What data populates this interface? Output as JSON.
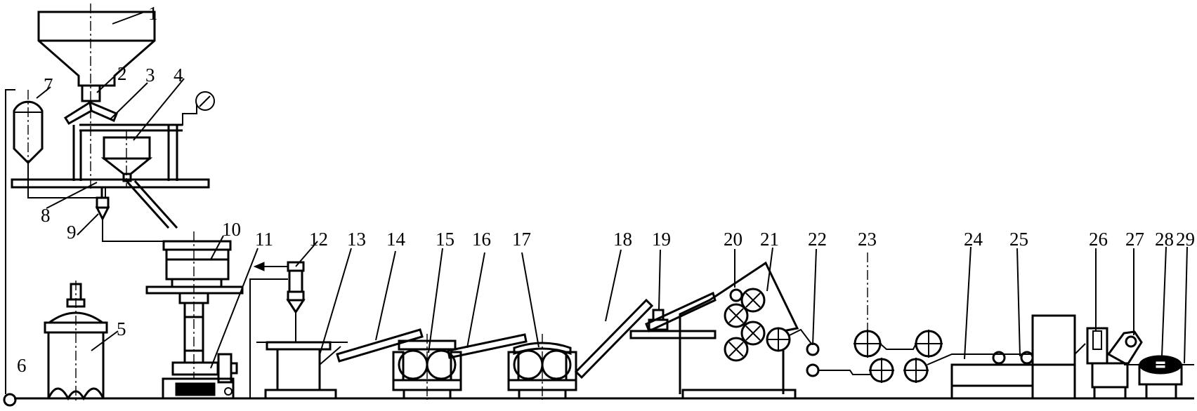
{
  "labels": [
    "1",
    "2",
    "3",
    "4",
    "5",
    "6",
    "7",
    "8",
    "9",
    "10",
    "11",
    "12",
    "13",
    "14",
    "15",
    "16",
    "17",
    "18",
    "19",
    "20",
    "21",
    "22",
    "23",
    "24",
    "25",
    "26",
    "27",
    "28",
    "29"
  ]
}
